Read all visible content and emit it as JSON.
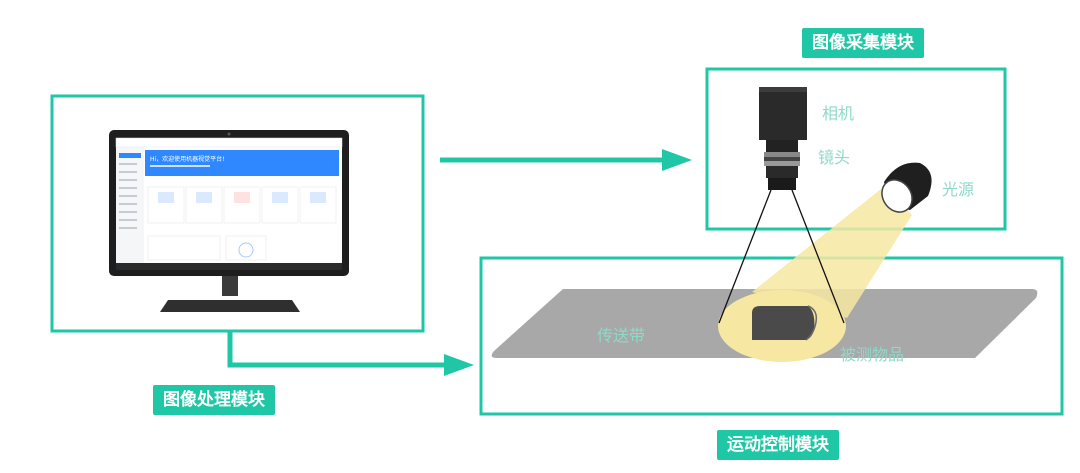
{
  "colors": {
    "accent": "#1fc7a6",
    "label_text": "#8fd9c9",
    "conveyor": "#a8a8a8",
    "light_beam": "#f6e7a2",
    "camera_body": "#2a2a2a"
  },
  "modules": {
    "image_acquisition": "图像采集模块",
    "image_processing": "图像处理模块",
    "motion_control": "运动控制模块"
  },
  "labels": {
    "camera": "相机",
    "lens": "镜头",
    "light_source": "光源",
    "conveyor_belt": "传送带",
    "object": "被测物品"
  },
  "monitor": {
    "app_title": "Hi，欢迎使用机器视觉平台!"
  },
  "icons": [
    "camera-icon",
    "lens-icon",
    "light-source-icon",
    "monitor-icon",
    "arrow-right-icon"
  ]
}
